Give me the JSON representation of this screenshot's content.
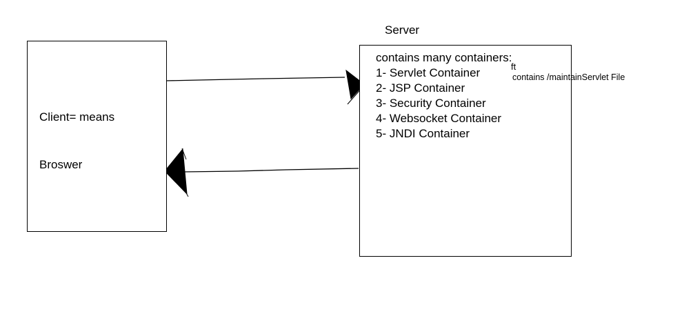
{
  "diagram": {
    "client_box": {
      "lines": [
        "Client= means",
        "Broswer"
      ]
    },
    "server_label": "Server",
    "server_box": {
      "header": "contains many containers:",
      "items": [
        "1- Servlet Container",
        "2- JSP Container",
        "3- Security Container",
        "4- Websocket Container",
        "5- JNDI Container"
      ]
    },
    "annotation": {
      "label": "ft",
      "note": "contains /maintainServlet File",
      "points_to": "1- Servlet Container"
    },
    "arrows": [
      {
        "from": "client-box",
        "to": "server-box",
        "direction": "right"
      },
      {
        "from": "server-box",
        "to": "client-box",
        "direction": "left"
      }
    ],
    "colors": {
      "stroke": "#000000",
      "background": "#ffffff"
    }
  }
}
